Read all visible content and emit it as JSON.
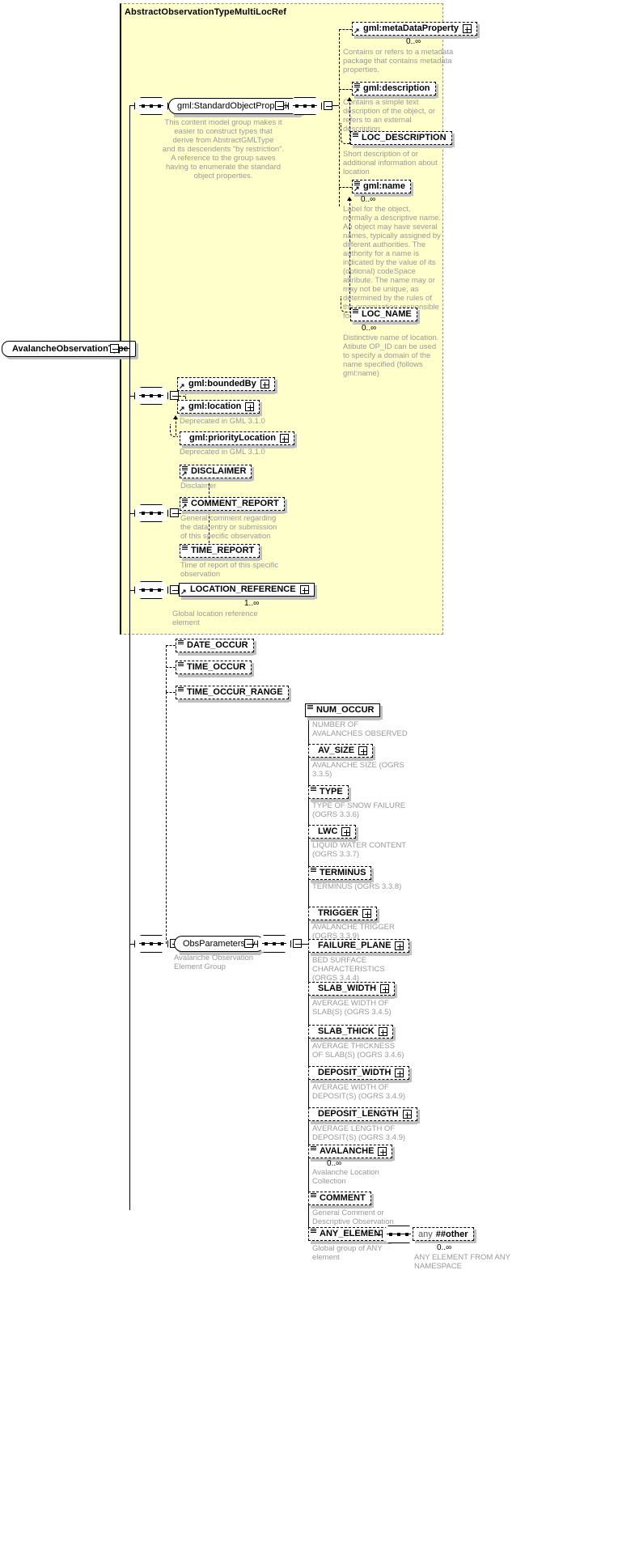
{
  "diagram": {
    "type": "xsd-schema-diagram",
    "root_type": "AvalancheObservationType",
    "group_panel_title": "AbstractObservationTypeMultiLocRef"
  },
  "nodes": {
    "root": {
      "label": "AvalancheObservationType"
    },
    "std_group": {
      "label": "gml:StandardObjectProperties",
      "anno": "This content model group makes it\neasier to construct types that\n    derive from AbstractGMLType\nand its descendents \"by restriction\".\n    A reference to the group saves\nhaving to enumerate the standard\nobject properties."
    },
    "metaDataProperty": {
      "label": "gml:metaDataProperty",
      "occ": "0..∞",
      "anno": "Contains or refers to a metadata\npackage that contains metadata\nproperties."
    },
    "description": {
      "label": "gml:description",
      "occ": "",
      "anno": "Contains a simple text\ndescription of the object, or\nrefers to an external\ndescription."
    },
    "loc_description": {
      "label": "LOC_DESCRIPTION",
      "occ": "",
      "anno": "Short description of or\nadditional information about\nlocation"
    },
    "name": {
      "label": "gml:name",
      "occ": "0..∞",
      "anno": "Label for the object,\nnormally a descriptive name.\nAn object may have several\nnames, typically assigned by\ndifferent authorities.  The\nauthority for a name is\nindicated by the value of its\n(optional) codeSpace\nattribute.  The name may or\nmay not be unique, as\ndetermined by the rules of\nthe organization responsible\nfor the codeSpace."
    },
    "loc_name": {
      "label": "LOC_NAME",
      "occ": "0..∞",
      "anno": "Distinctive name of location.\nAtibute OP_ID can be used\nto specify a domain of the\nname specified (follows\ngml:name)"
    },
    "boundedBy": {
      "label": "gml:boundedBy",
      "anno": ""
    },
    "location": {
      "label": "gml:location",
      "anno": "Deprecated in GML 3.1.0"
    },
    "priorityLocation": {
      "label": "gml:priorityLocation",
      "anno": "Deprecated in GML 3.1.0"
    },
    "disclaimer": {
      "label": "DISCLAIMER",
      "anno": "Disclaimer"
    },
    "comment_report": {
      "label": "COMMENT_REPORT",
      "anno": "General comment regarding\nthe data entry or submission\nof this specific observation"
    },
    "time_report": {
      "label": "TIME_REPORT",
      "anno": "Time of report of this specific\nobservation"
    },
    "location_reference": {
      "label": "LOCATION_REFERENCE",
      "occ": "1..∞",
      "anno": "Global location reference\nelement"
    },
    "date_occur": {
      "label": "DATE_OCCUR",
      "anno": ""
    },
    "time_occur": {
      "label": "TIME_OCCUR",
      "anno": ""
    },
    "time_occur_range": {
      "label": "TIME_OCCUR_RANGE",
      "anno": ""
    },
    "obsparams": {
      "label": "ObsParametersAv",
      "anno": "Avalanche Observation\nElement Group"
    },
    "num_occur": {
      "label": "NUM_OCCUR",
      "anno": "NUMBER OF\nAVALANCHES OBSERVED"
    },
    "av_size": {
      "label": "AV_SIZE",
      "anno": "AVALANCHE SIZE (OGRS\n3.3.5)"
    },
    "type": {
      "label": "TYPE",
      "anno": "TYPE OF SNOW FAILURE\n(OGRS 3.3.6)"
    },
    "lwc": {
      "label": "LWC",
      "anno": "LIQUID WATER CONTENT\n(OGRS 3.3.7)"
    },
    "terminus": {
      "label": "TERMINUS",
      "anno": "TERMINUS (OGRS 3.3.8)"
    },
    "trigger": {
      "label": "TRIGGER",
      "anno": "AVALANCHE TRIGGER\n(OGRS 3.3.9)"
    },
    "failure_plane": {
      "label": "FAILURE_PLANE",
      "anno": "BED SURFACE\nCHARACTERISTICS\n(ORGS 3.4.4)"
    },
    "slab_width": {
      "label": "SLAB_WIDTH",
      "anno": "AVERAGE WIDTH OF\nSLAB(S) (OGRS 3.4.5)"
    },
    "slab_thick": {
      "label": "SLAB_THICK",
      "anno": "AVERAGE THICKNESS\nOF SLAB(S) (OGRS 3.4.6)"
    },
    "deposit_width": {
      "label": "DEPOSIT_WIDTH",
      "anno": "AVERAGE WIDTH OF\nDEPOSIT(S) (OGRS 3.4.9)"
    },
    "deposit_length": {
      "label": "DEPOSIT_LENGTH",
      "anno": "AVERAGE LENGTH OF\nDEPOSIT(S) (OGRS 3.4.9)"
    },
    "avalanche": {
      "label": "AVALANCHE",
      "occ": "0..∞",
      "anno": "Avalanche Location\nCollection"
    },
    "comment": {
      "label": "COMMENT",
      "anno": "General Comment or\nDescriptive Observation"
    },
    "any_element": {
      "label": "ANY_ELEMENT",
      "anno": "Global group of ANY\nelement"
    },
    "any_other": {
      "prefix": "any",
      "label": "##other",
      "occ": "0..∞",
      "anno": "ANY ELEMENT FROM ANY\nNAMESPACE"
    }
  },
  "colors": {
    "group_background": "#ffffcc",
    "group_border": "#999966",
    "annotation_text": "#999999",
    "node_shadow": "#c0c0c0",
    "line": "#000000"
  }
}
